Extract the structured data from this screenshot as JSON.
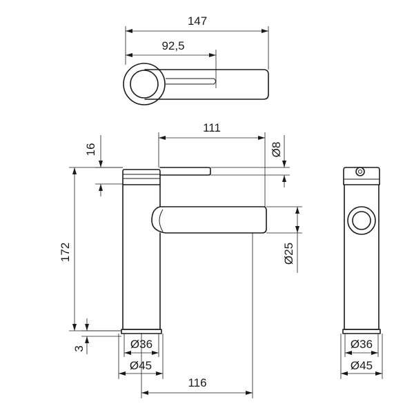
{
  "drawing": {
    "dimensions": {
      "total_reach": "147",
      "lever_reach": "92,5",
      "spout_reach": "111",
      "handle_height": "16",
      "handle_diameter": "Ø8",
      "overall_height": "172",
      "spout_diameter": "Ø25",
      "base_height": "3",
      "base_inner_front": "Ø36",
      "base_outer_front": "Ø45",
      "base_to_outlet": "116",
      "base_inner_side": "Ø36",
      "base_outer_side": "Ø45"
    }
  }
}
